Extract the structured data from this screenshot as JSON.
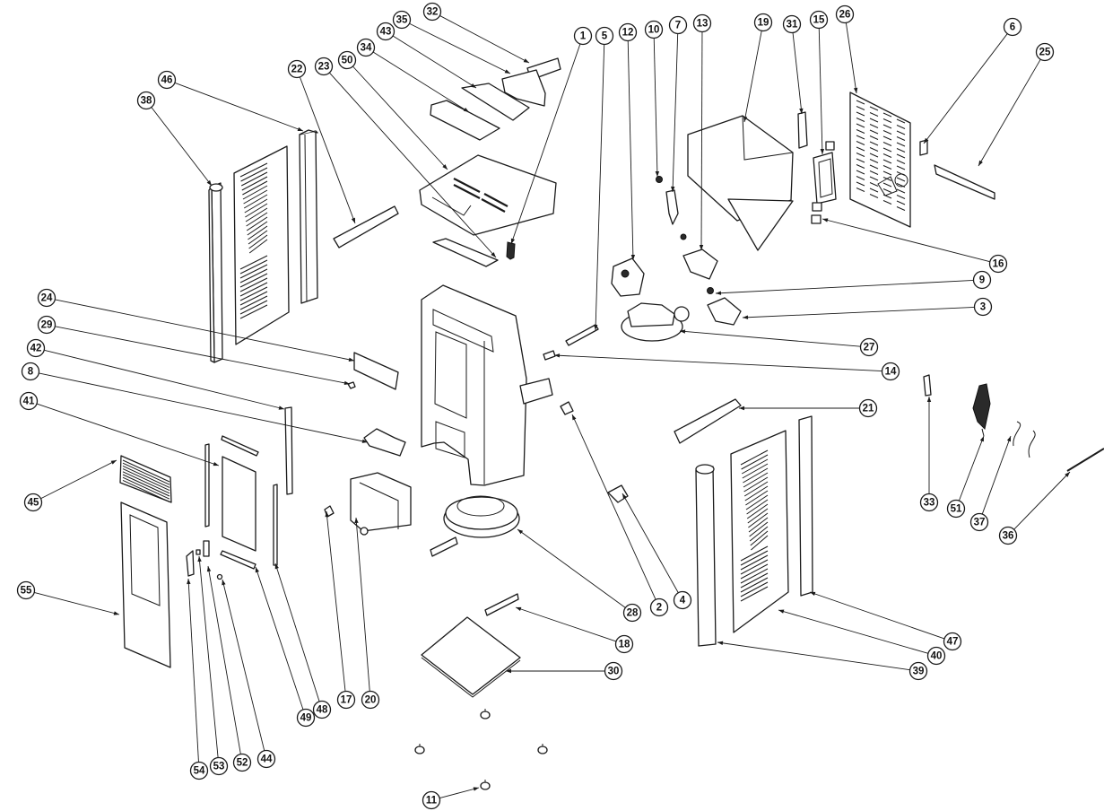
{
  "diagram": {
    "title": "Pellet stove exploded parts view",
    "callouts": [
      {
        "id": "1"
      },
      {
        "id": "2"
      },
      {
        "id": "3"
      },
      {
        "id": "4"
      },
      {
        "id": "5"
      },
      {
        "id": "6"
      },
      {
        "id": "7"
      },
      {
        "id": "8"
      },
      {
        "id": "9"
      },
      {
        "id": "10"
      },
      {
        "id": "11"
      },
      {
        "id": "12"
      },
      {
        "id": "13"
      },
      {
        "id": "14"
      },
      {
        "id": "15"
      },
      {
        "id": "16"
      },
      {
        "id": "17"
      },
      {
        "id": "18"
      },
      {
        "id": "19"
      },
      {
        "id": "20"
      },
      {
        "id": "21"
      },
      {
        "id": "22"
      },
      {
        "id": "23"
      },
      {
        "id": "24"
      },
      {
        "id": "25"
      },
      {
        "id": "26"
      },
      {
        "id": "27"
      },
      {
        "id": "28"
      },
      {
        "id": "29"
      },
      {
        "id": "30"
      },
      {
        "id": "31"
      },
      {
        "id": "32"
      },
      {
        "id": "33"
      },
      {
        "id": "34"
      },
      {
        "id": "35"
      },
      {
        "id": "36"
      },
      {
        "id": "37"
      },
      {
        "id": "38"
      },
      {
        "id": "39"
      },
      {
        "id": "40"
      },
      {
        "id": "41"
      },
      {
        "id": "42"
      },
      {
        "id": "43"
      },
      {
        "id": "44"
      },
      {
        "id": "45"
      },
      {
        "id": "46"
      },
      {
        "id": "47"
      },
      {
        "id": "48"
      },
      {
        "id": "49"
      },
      {
        "id": "50"
      },
      {
        "id": "51"
      },
      {
        "id": "52"
      },
      {
        "id": "53"
      },
      {
        "id": "54"
      },
      {
        "id": "55"
      }
    ],
    "colors": {
      "line": "#1a1a1a",
      "background": "#ffffff"
    }
  }
}
